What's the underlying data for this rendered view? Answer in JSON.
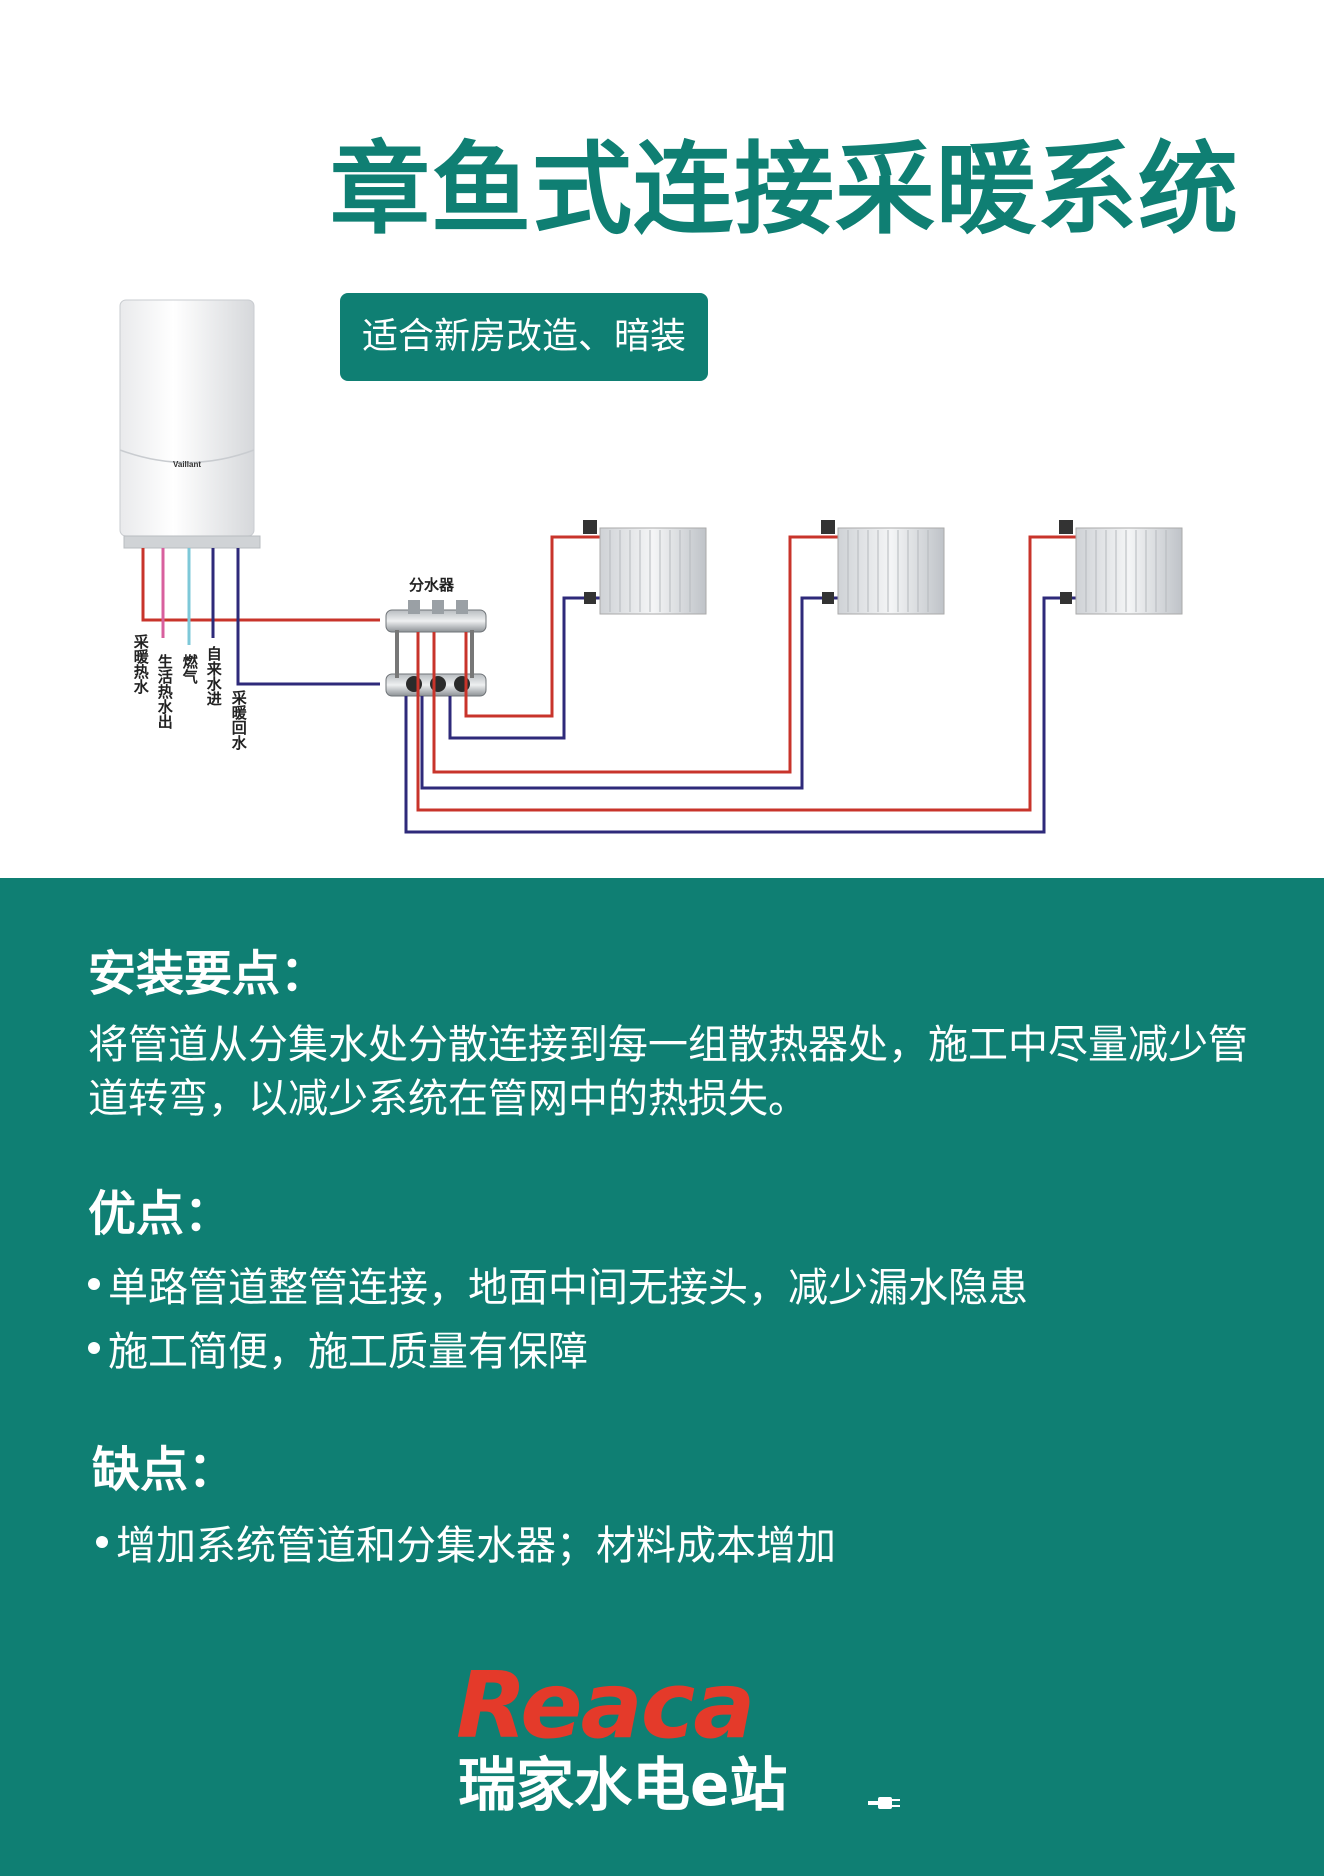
{
  "title": "章鱼式连接采暖系统",
  "tag": "适合新房改造、暗装",
  "diagram": {
    "boiler_brand": "Vaillant",
    "manifold_label": "分水器",
    "pipe_labels": [
      "采暖热水",
      "生活热水出",
      "燃气",
      "自来水进",
      "采暖回水"
    ],
    "colors": {
      "supply": "#c8342b",
      "return": "#2e2a7a",
      "hot_water": "#d8609e",
      "gas": "#7ec8d8"
    }
  },
  "install": {
    "heading": "安装要点：",
    "text": "将管道从分集水处分散连接到每一组散热器处，施工中尽量减少管道转弯，以减少系统在管网中的热损失。"
  },
  "pros": {
    "heading": "优点：",
    "items": [
      "单路管道整管连接，地面中间无接头，减少漏水隐患",
      "施工简便，施工质量有保障"
    ]
  },
  "cons": {
    "heading": "缺点：",
    "items": [
      "增加系统管道和分集水器；材料成本增加"
    ]
  },
  "logo": {
    "en": "Reaca",
    "cn": "瑞家水电e站"
  },
  "colors": {
    "brand_green": "#0f7f73",
    "logo_red": "#e43a2a"
  }
}
